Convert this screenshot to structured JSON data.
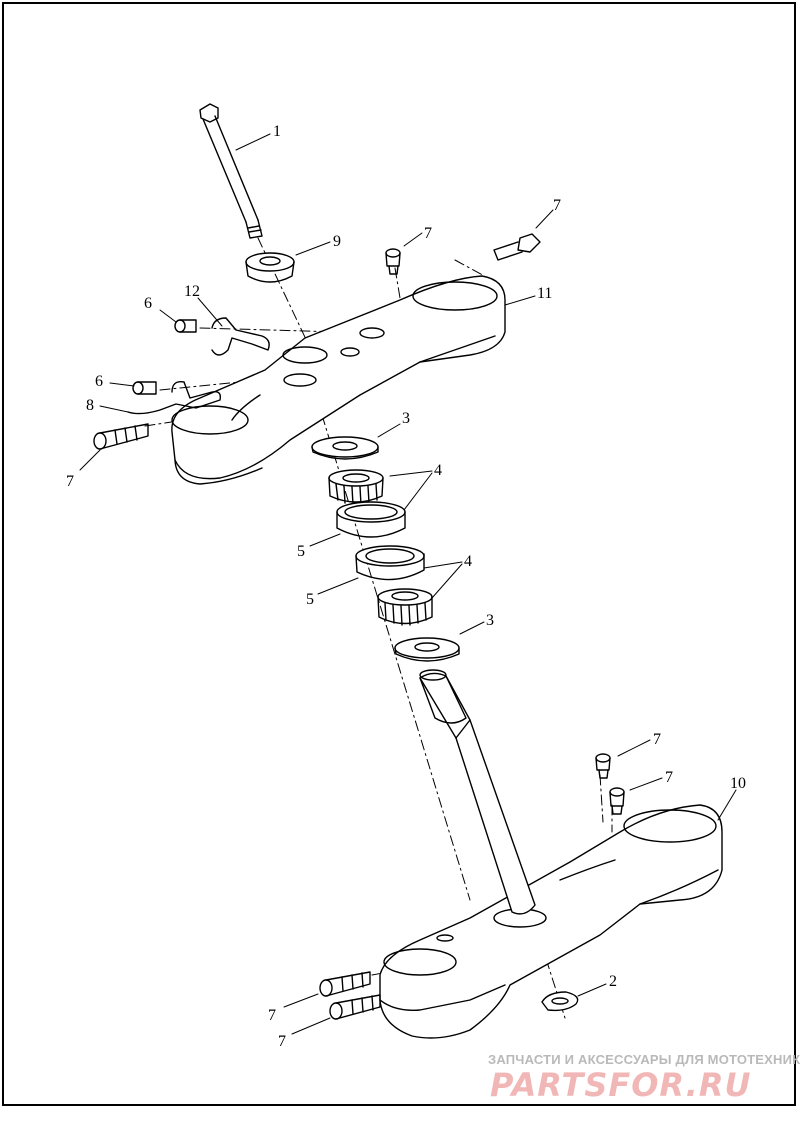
{
  "callouts": [
    "1",
    "2",
    "3",
    "4",
    "5",
    "6",
    "7",
    "8",
    "9",
    "10",
    "11",
    "12"
  ],
  "watermark": {
    "caption": "ЗАПЧАСТИ И АКСЕССУАРЫ ДЛЯ МОТОТЕХНИКИ",
    "logo": "PARTSFOR.RU"
  },
  "colors": {
    "line": "#000000",
    "watermark_caption": "#b9b9b9",
    "watermark_logo": "#f1b7b7"
  }
}
